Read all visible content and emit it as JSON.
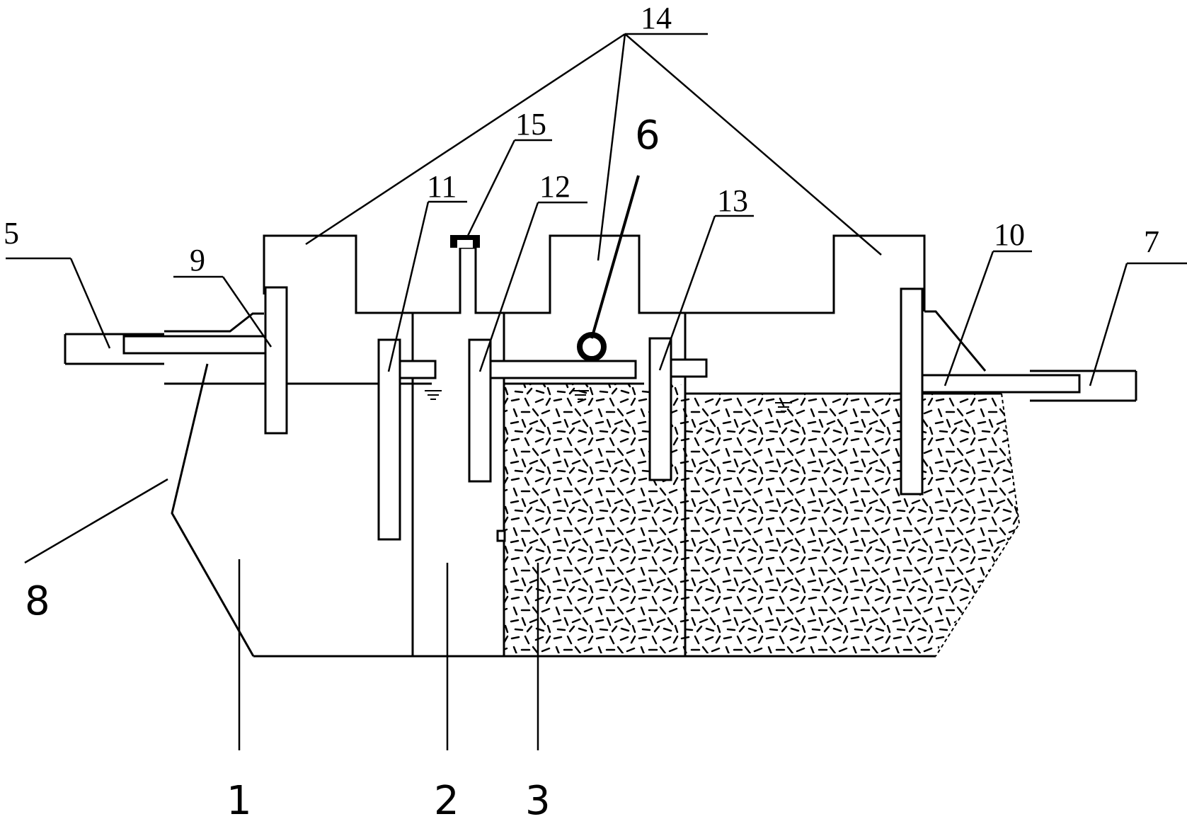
{
  "labels": {
    "l1": "1",
    "l2": "2",
    "l3": "3",
    "l5": "5",
    "l6": "6",
    "l7": "7",
    "l8": "8",
    "l9": "9",
    "l10": "10",
    "l11": "11",
    "l12": "12",
    "l13": "13",
    "l14": "14",
    "l15": "15"
  }
}
